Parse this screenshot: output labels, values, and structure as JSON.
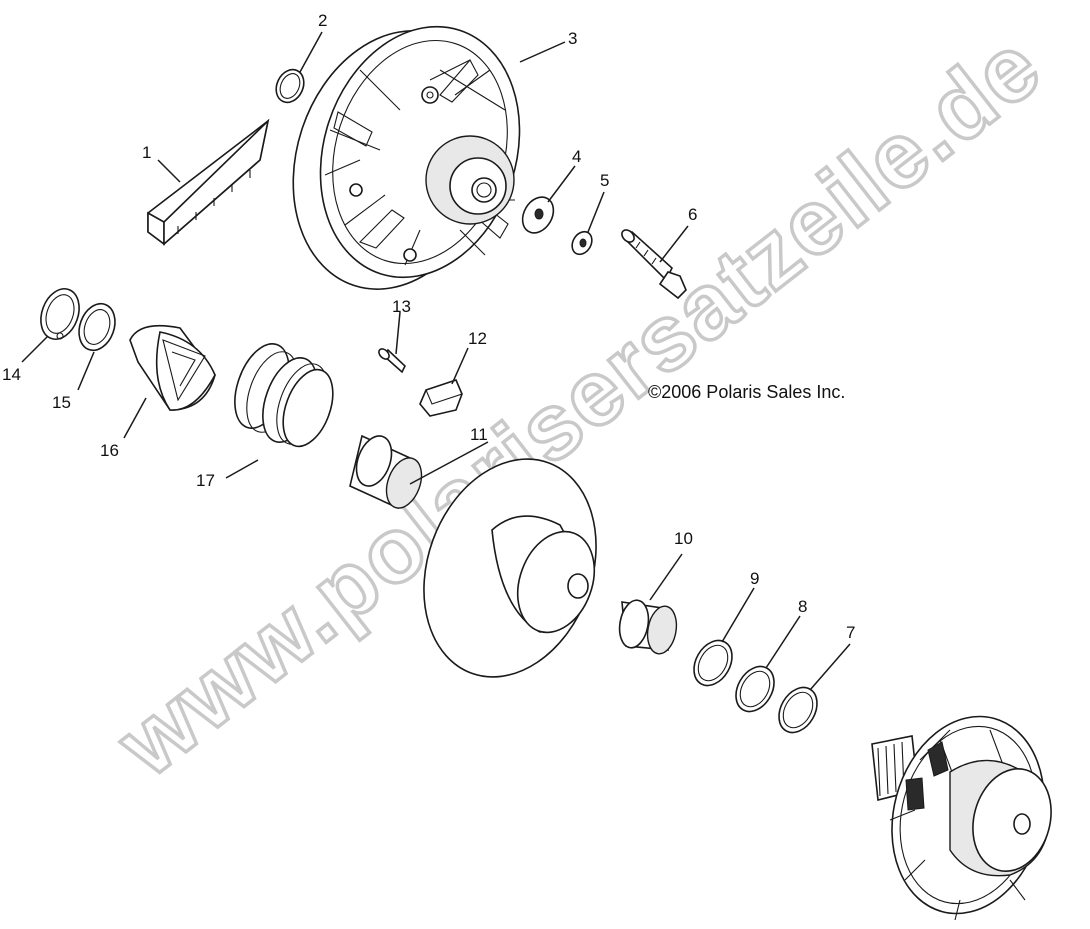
{
  "copyright": "©2006 Polaris Sales Inc.",
  "watermark": "www.polarisersatzeile.de",
  "callouts": [
    "1",
    "2",
    "3",
    "4",
    "5",
    "6",
    "7",
    "8",
    "9",
    "10",
    "11",
    "12",
    "13",
    "14",
    "15",
    "16",
    "17"
  ]
}
